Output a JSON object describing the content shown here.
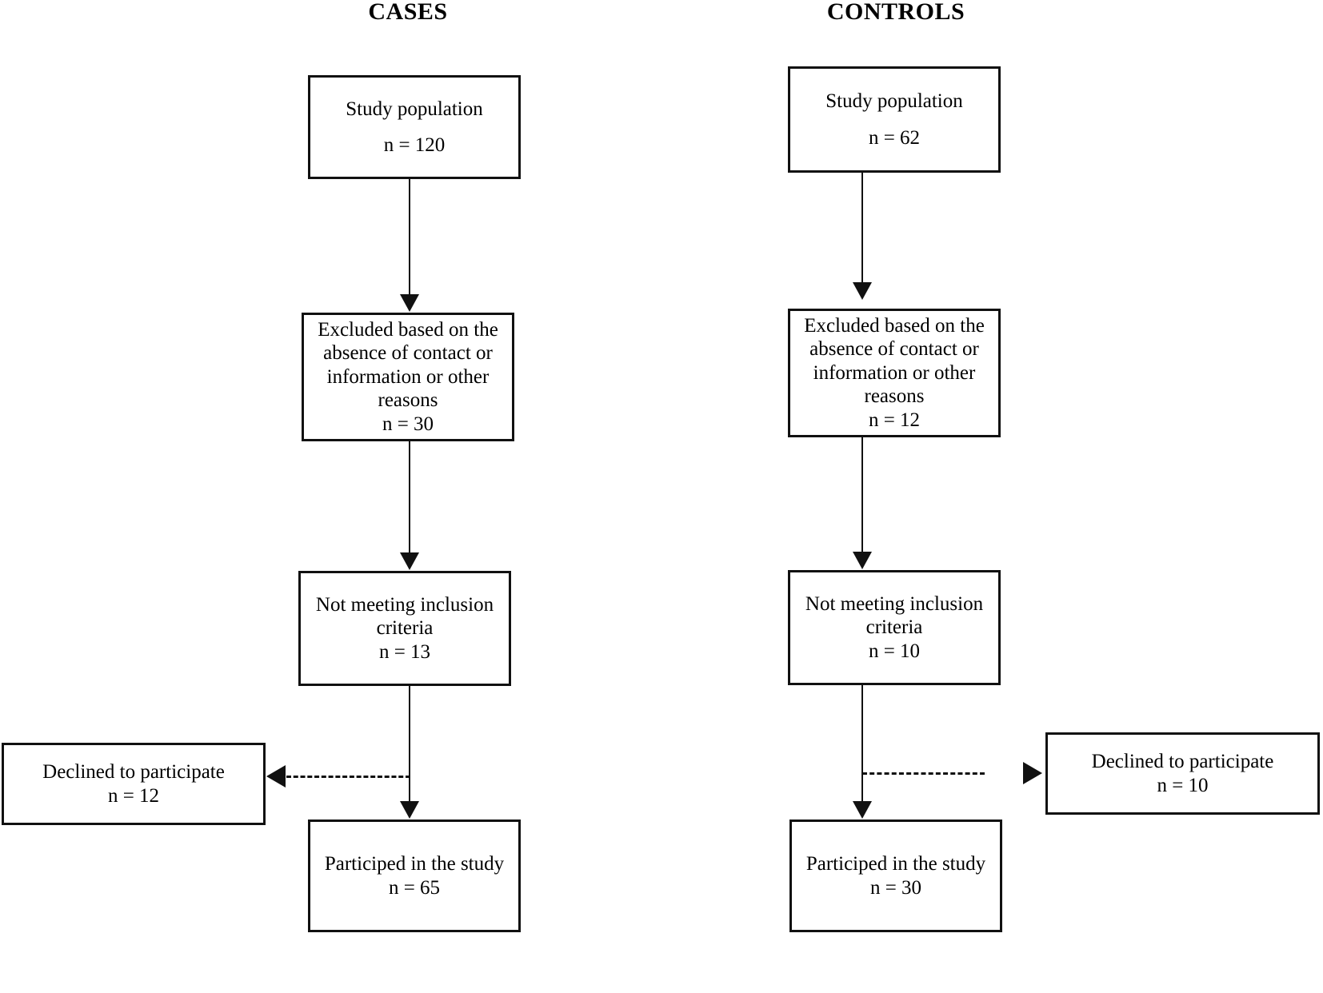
{
  "figure": {
    "type": "flowchart",
    "description": "Participant flow diagram with two parallel arms: Cases and Controls"
  },
  "columns": [
    {
      "title": "CASES",
      "boxes": [
        {
          "label": "Study population",
          "n": "n = 120"
        },
        {
          "label_line1": "Excluded based on the",
          "label_line2": "absence of contact or",
          "label_line3": "information or other",
          "label_line4": "reasons",
          "n": "n = 30"
        },
        {
          "label_line1": "Not meeting inclusion",
          "label_line2": "criteria",
          "n": "n = 13"
        },
        {
          "label": "Participed in the study",
          "n": "n = 65"
        }
      ],
      "side_box": {
        "label": "Declined to participate",
        "n": "n = 12"
      }
    },
    {
      "title": "CONTROLS",
      "boxes": [
        {
          "label": "Study population",
          "n": "n = 62"
        },
        {
          "label_line1": "Excluded based on the",
          "label_line2": "absence of contact or",
          "label_line3": "information or other",
          "label_line4": "reasons",
          "n": "n = 12"
        },
        {
          "label_line1": "Not meeting inclusion",
          "label_line2": "criteria",
          "n": "n = 10"
        },
        {
          "label": "Participed in the study",
          "n": "n = 30"
        }
      ],
      "side_box": {
        "label": "Declined to participate",
        "n": "n = 10"
      }
    }
  ],
  "colors": {
    "stroke": "#111111",
    "background": "#ffffff",
    "text": "#000000"
  }
}
